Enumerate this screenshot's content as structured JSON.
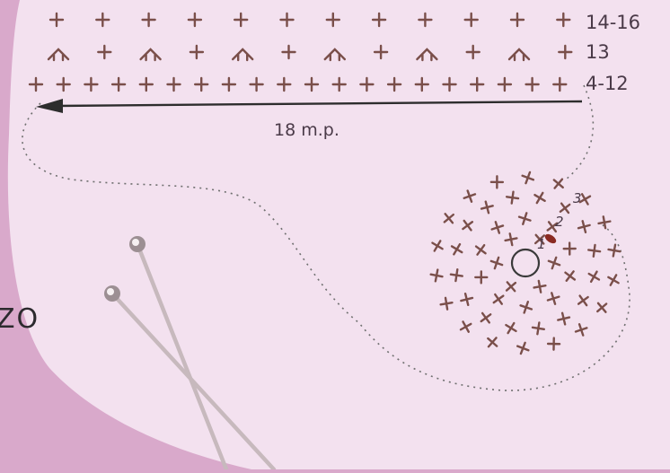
{
  "colors": {
    "background_outer": "#d9a9cb",
    "panel": "#f3e1ef",
    "stitch": "#7a4f4a",
    "arrow": "#2d2d2d",
    "marker": "#8a2a22",
    "dotted_path": "#6f6f6f",
    "needle": "#c7b9bd"
  },
  "rows": [
    {
      "label": "14-16",
      "stitch": "single-crochet"
    },
    {
      "label": "13",
      "stitch": "alternating-increase"
    },
    {
      "label": "4-12",
      "stitch": "single-crochet"
    }
  ],
  "chain_label": "18 m.p.",
  "round_labels": [
    "1",
    "2",
    "3"
  ],
  "side_text": "ZO",
  "icons": {
    "needles": "knitting-needles-icon",
    "arrow": "left-arrow-icon",
    "magic_ring": "magic-ring-icon"
  }
}
